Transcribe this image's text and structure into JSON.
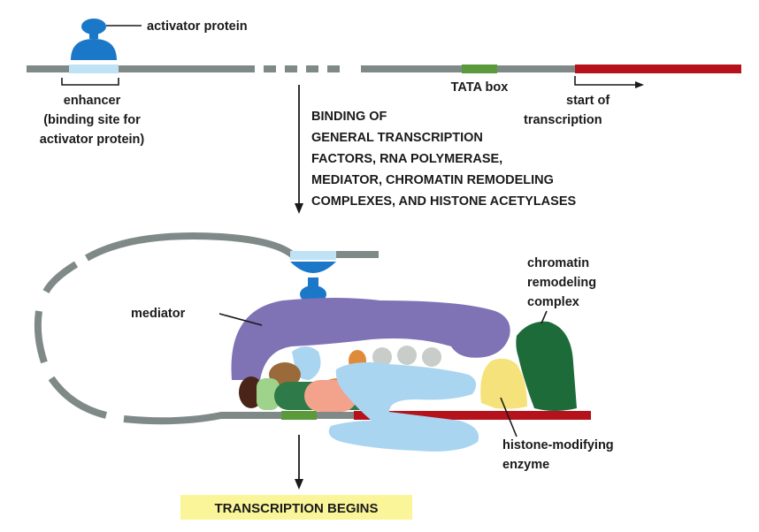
{
  "labels": {
    "activator_protein": "activator protein",
    "enhancer": [
      "enhancer",
      "(binding site for",
      "activator protein)"
    ],
    "tata_box": "TATA box",
    "start_of_transcription": [
      "start of",
      "transcription"
    ],
    "step": [
      "BINDING OF",
      "GENERAL TRANSCRIPTION",
      "FACTORS, RNA POLYMERASE,",
      "MEDIATOR, CHROMATIN REMODELING",
      "COMPLEXES, AND HISTONE ACETYLASES"
    ],
    "mediator": "mediator",
    "chromatin_remodeling_complex": [
      "chromatin",
      "remodeling",
      "complex"
    ],
    "histone_modifying_enzyme": [
      "histone-modifying",
      "enzyme"
    ],
    "transcription_begins": "TRANSCRIPTION BEGINS"
  },
  "colors": {
    "dna_gray": "#7f8a88",
    "enhancer_blue": "#bfe3f5",
    "activator_blue": "#1b78c8",
    "tata_green": "#5a9a3a",
    "gene_red": "#b5121b",
    "mediator_purple": "#7f72b5",
    "remodeling_green": "#1e6b3a",
    "histone_yellow": "#f6e27a",
    "polymerase_light_blue": "#a9d5f0",
    "banner_yellow": "#fbf59a"
  }
}
